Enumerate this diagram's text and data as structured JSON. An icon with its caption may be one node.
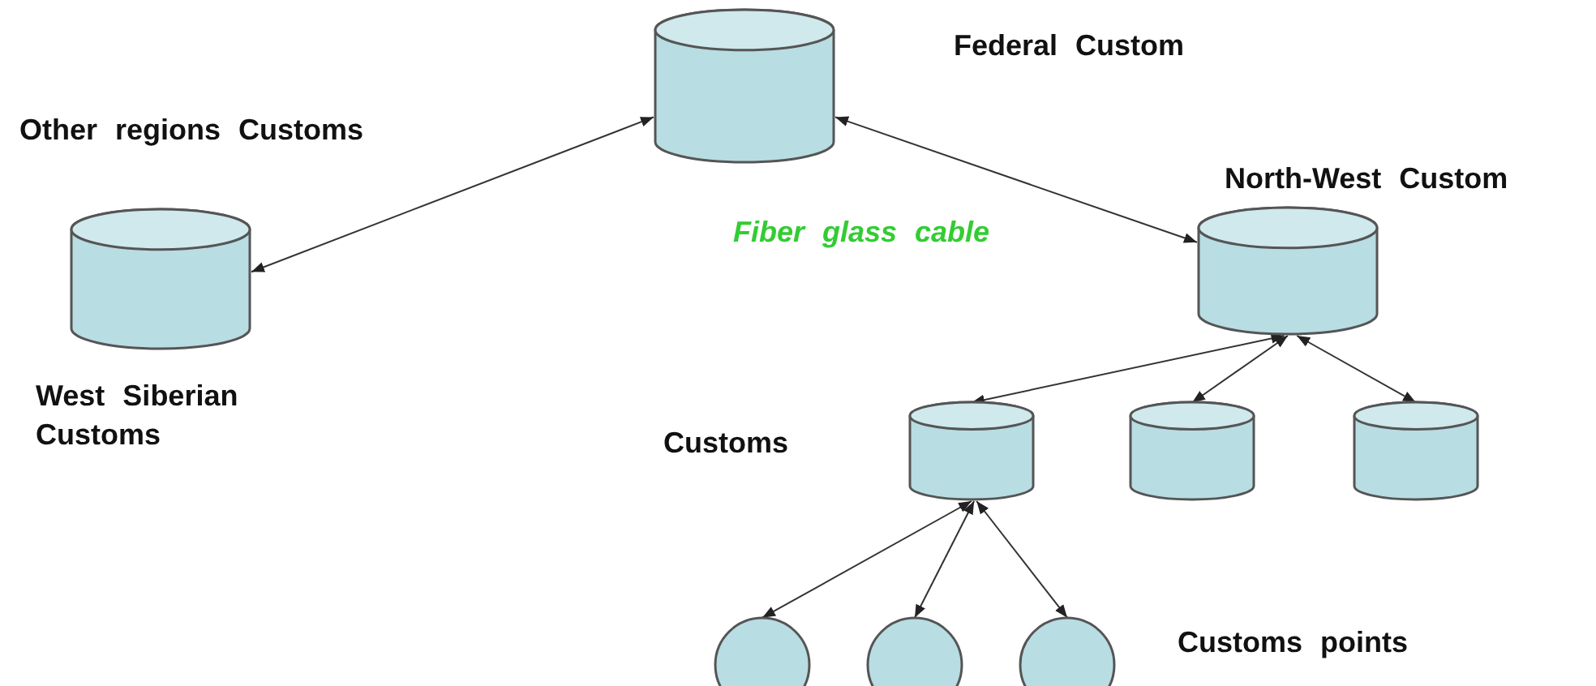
{
  "diagram": {
    "nodes": [
      {
        "text": [],
        "shape": "cylinder"
      },
      {
        "text": [],
        "shape": "cylinder",
        "beside": [
          "West Siberian Customs"
        ]
      },
      {
        "text": [],
        "shape": "cylinder",
        "beside": [
          "North-West Custom"
        ]
      },
      {
        "text": [],
        "shape": "cylinder"
      },
      {
        "text": [],
        "shape": "cylinder"
      },
      {
        "text": [],
        "shape": "cylinder"
      },
      {
        "text": [],
        "shape": "circle"
      },
      {
        "text": [],
        "shape": "circle"
      },
      {
        "text": [],
        "shape": "circle"
      }
    ],
    "edges": [
      {
        "from": 0,
        "to": 1,
        "arrow": "both"
      },
      {
        "from": 0,
        "to": 2,
        "arrow": "both"
      },
      {
        "from": 2,
        "to": 3,
        "arrow": "both"
      },
      {
        "from": 2,
        "to": 4,
        "arrow": "both"
      },
      {
        "from": 2,
        "to": 5,
        "arrow": "both"
      },
      {
        "from": 3,
        "to": 6,
        "arrow": "both"
      },
      {
        "from": 3,
        "to": 7,
        "arrow": "both"
      },
      {
        "from": 3,
        "to": 8,
        "arrow": "both"
      }
    ],
    "labels": [
      "Federal Custom",
      "Other regions Customs",
      "Fiber glass cable",
      "Customs",
      "Customs points"
    ]
  }
}
